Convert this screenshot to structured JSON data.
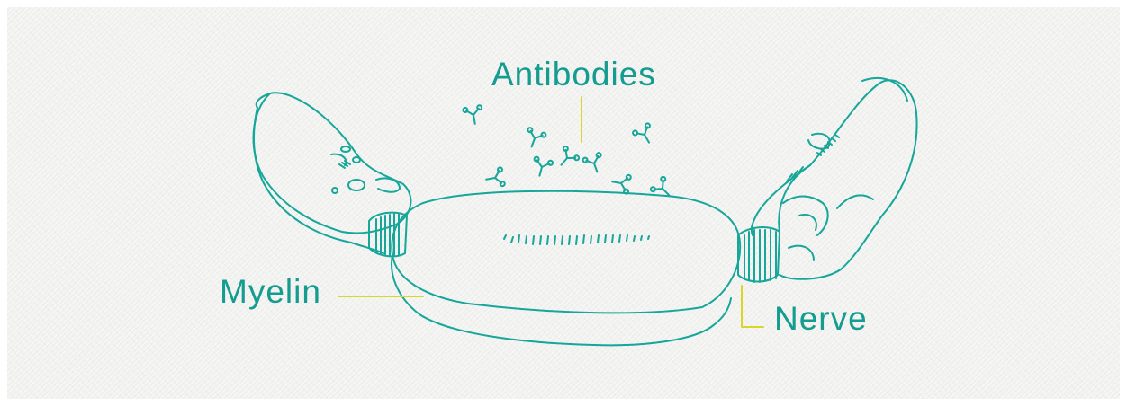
{
  "labels": {
    "antibodies": "Antibodies",
    "myelin": "Myelin",
    "nerve": "Nerve"
  },
  "colors": {
    "ink": "#16a69a",
    "label": "#159c91",
    "leader": "#d8d629",
    "paper": "#f1f1ef"
  },
  "icons": [
    "antibody-icon",
    "nerve-fiber",
    "myelin-sheath"
  ]
}
